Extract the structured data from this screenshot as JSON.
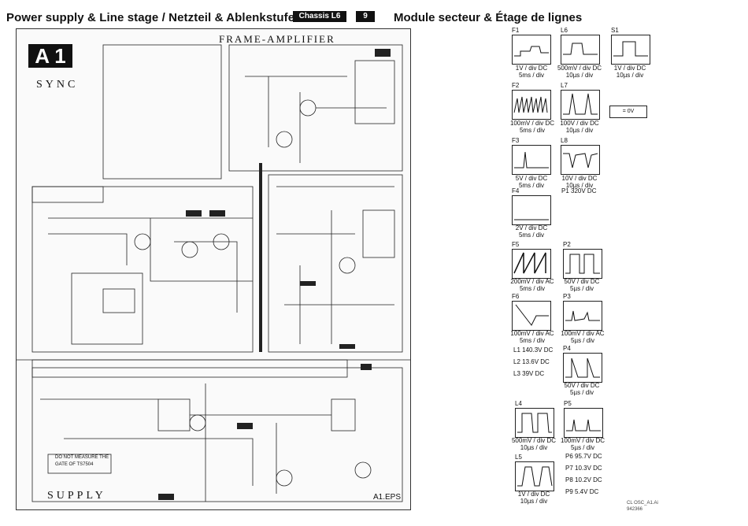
{
  "header": {
    "left_title": "Power supply & Line stage / Netzteil & Ablenkstufe /",
    "chassis_badge": "Chassis L6",
    "page_badge": "9",
    "right_title": "Module secteur & Étage de lignes"
  },
  "schematic": {
    "module_label": "A 1",
    "sync_label": "SYNC",
    "supply_label": "SUPPLY",
    "frame_amplifier_label": "FRAME-AMPLIFIER",
    "file_label": "A1.EPS",
    "note_1": "DO NOT MEASURE THE",
    "note_2": "GATE OF TS7504"
  },
  "scopes": [
    {
      "id": "F1",
      "cap1": "1V / div DC",
      "cap2": "5ms / div"
    },
    {
      "id": "L6",
      "cap1": "500mV / div DC",
      "cap2": "10µs / div"
    },
    {
      "id": "S1",
      "cap1": "1V / div DC",
      "cap2": "10µs / div"
    },
    {
      "id": "F2",
      "cap1": "100mV / div DC",
      "cap2": "5ms / div"
    },
    {
      "id": "L7",
      "cap1": "100V / div DC",
      "cap2": "10µs / div"
    },
    {
      "id": "F3",
      "cap1": "5V / div DC",
      "cap2": "5ms / div"
    },
    {
      "id": "L8",
      "cap1": "10V / div DC",
      "cap2": "10µs / div"
    },
    {
      "id": "F4",
      "cap1": "2V / div DC",
      "cap2": "5ms / div"
    },
    {
      "id": "F5",
      "cap1": "200mV / div AC",
      "cap2": "5ms / div"
    },
    {
      "id": "P2",
      "cap1": "50V / div DC",
      "cap2": "5µs / div"
    },
    {
      "id": "F6",
      "cap1": "100mV / div AC",
      "cap2": "5ms / div"
    },
    {
      "id": "P3",
      "cap1": "100mV / div AC",
      "cap2": "5µs / div"
    },
    {
      "id": "P4",
      "cap1": "50V / div DC",
      "cap2": "5µs / div"
    },
    {
      "id": "L4",
      "cap1": "500mV / div DC",
      "cap2": "10µs / div"
    },
    {
      "id": "P5",
      "cap1": "100mV / div DC",
      "cap2": "5µs / div"
    },
    {
      "id": "L5",
      "cap1": "1V / div DC",
      "cap2": "10µs / div"
    }
  ],
  "legend": "= 0V",
  "p1_reading": "P1  320V  DC",
  "l_readings": [
    "L1  140.3V  DC",
    "L2  13.6V    DC",
    "L3  39V       DC"
  ],
  "p_readings": [
    "P6  95.7V  DC",
    "P7  10.3V  DC",
    "P8  10.2V  DC",
    "P9  5.4V    DC"
  ],
  "footer": {
    "code1": "CL OSC_A1.Ai",
    "code2": "942366"
  }
}
